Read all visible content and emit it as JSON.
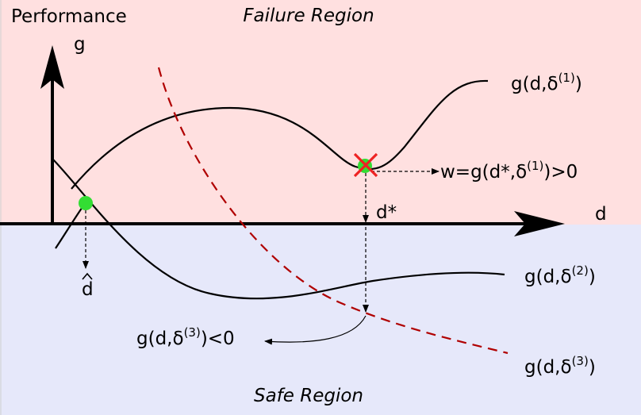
{
  "regions": {
    "failure": {
      "label": "Failure Region",
      "color": "#ffe0e0"
    },
    "safe": {
      "label": "Safe Region",
      "color": "#e6e8fa"
    }
  },
  "axes": {
    "y_label_top": "Performance",
    "y_label": "g",
    "x_label": "d"
  },
  "curves": {
    "g1": {
      "name": "g(d,δ",
      "sup": "(1)",
      "close": ")"
    },
    "g2": {
      "name": "g(d,δ",
      "sup": "(2)",
      "close": ")"
    },
    "g3": {
      "name": "g(d,δ",
      "sup": "(3)",
      "close": ")",
      "color": "#b00000"
    }
  },
  "annotations": {
    "dstar": "d*",
    "dhat": "d",
    "w_prefix": "w=g(d*,δ",
    "w_sup": "(1)",
    "w_suffix": ")>0",
    "neg_prefix": "g(d,δ",
    "neg_sup": "(3)",
    "neg_suffix": ")<0"
  },
  "markers": {
    "point_color": "#33dd33",
    "cross_color": "#ee2222"
  }
}
